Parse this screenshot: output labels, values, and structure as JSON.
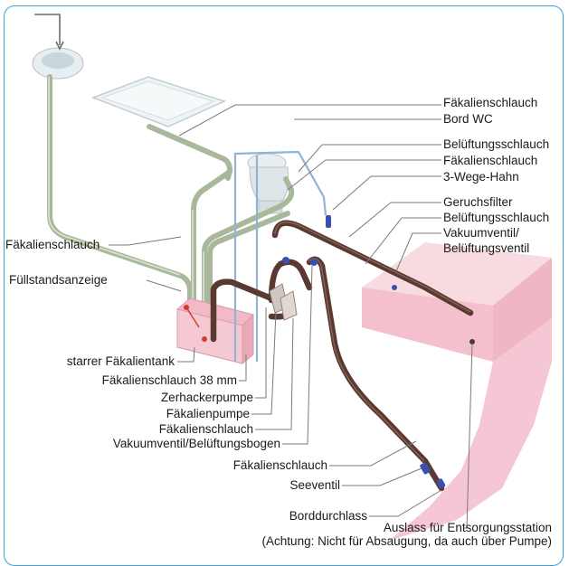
{
  "labels": {
    "faekalienschlauch_top": "Fäkalienschlauch",
    "bord_wc": "Bord WC",
    "belueftungsschlauch_1": "Belüftungsschlauch",
    "faekalienschlauch_2": "Fäkalienschlauch",
    "drei_wege_hahn": "3-Wege-Hahn",
    "geruchsfilter": "Geruchsfilter",
    "belueftungsschlauch_2": "Belüftungsschlauch",
    "vakuumventil_1": "Vakuumventil/",
    "vakuumventil_2": "Belüftungsventil",
    "faekalienschlauch_left": "Fäkalienschlauch",
    "fuellstandsanzeige": "Füllstandsanzeige",
    "starrer_tank": "starrer Fäkalientank",
    "schlauch_38": "Fäkalienschlauch 38 mm",
    "zerhackerpumpe": "Zerhackerpumpe",
    "faekalienpumpe": "Fäkalienpumpe",
    "faekalienschlauch_3": "Fäkalienschlauch",
    "vakuum_bogen": "Vakuumventil/Belüftungsbogen",
    "faekalienschlauch_4": "Fäkalienschlauch",
    "seeventil": "Seeventil",
    "borddurchlass": "Borddurchlass",
    "auslass_1": "Auslass für Entsorgungsstation",
    "auslass_2": "(Achtung: Nicht für Absaugung, da auch über Pumpe)"
  },
  "colors": {
    "frame": "#3aa0d8",
    "leader": "#777777",
    "waste_hose": "#5a3a30",
    "green_hose": "#a9b89a",
    "vent_hose": "#8fb4d8",
    "tank": "#f2c4cc",
    "hull": "#f5c7d2",
    "valve": "#3b4fb0"
  }
}
